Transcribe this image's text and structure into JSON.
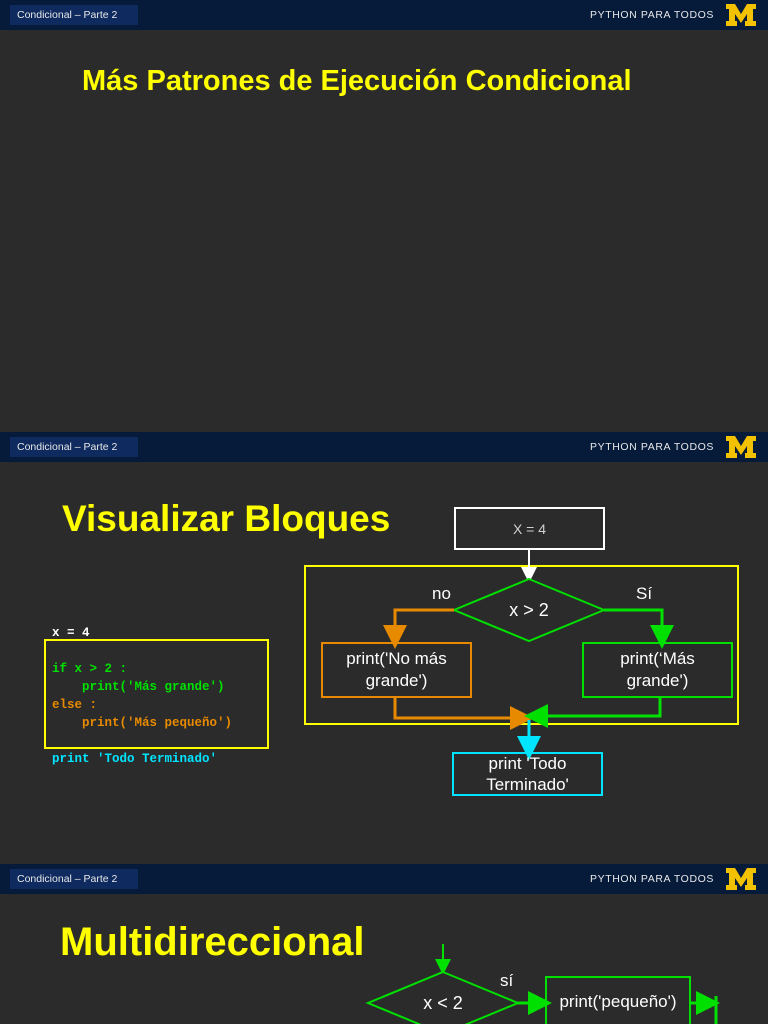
{
  "header": {
    "section": "Condicional – Parte 2",
    "course": "PYTHON PARA TODOS",
    "logo": "M"
  },
  "slide1": {
    "title": "Más Patrones de Ejecución Condicional"
  },
  "slide2": {
    "title": "Visualizar Bloques",
    "code": {
      "line1": "x = 4",
      "if_line": "if x > 2 :",
      "print_big": "    print('Más grande')",
      "else_line": "else :",
      "print_small": "    print('Más pequeño')",
      "done_line": "print 'Todo Terminado'"
    },
    "flow": {
      "start": "X = 4",
      "decision": "x > 2",
      "no_label": "no",
      "yes_label": "Sí",
      "no_box_line1": "print('No más",
      "no_box_line2": "grande')",
      "yes_box_line1": "print(‘Más",
      "yes_box_line2": "grande')",
      "end_line1": "print 'Todo",
      "end_line2": "Terminado'"
    }
  },
  "slide3": {
    "title": "Multidireccional",
    "decision": "x < 2",
    "yes_label": "sí",
    "yes_box": "print('pequeño')"
  },
  "colors": {
    "bar": "#061a3a",
    "title": "#ffff00",
    "green": "#00e000",
    "orange": "#e88a00",
    "cyan": "#00e5ff",
    "logo": "#f2c200"
  }
}
